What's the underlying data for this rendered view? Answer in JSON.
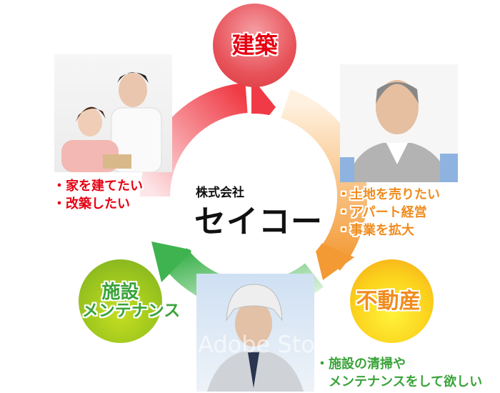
{
  "company": {
    "prefix": "株式会社",
    "name": "セイコー"
  },
  "categories": {
    "construction": {
      "label": "建築",
      "color": "#e8383d"
    },
    "real_estate": {
      "label": "不動産",
      "color": "#f7a81b"
    },
    "maintenance": {
      "label_line1": "施設",
      "label_line2": "メンテナンス",
      "color": "#8dc21f"
    }
  },
  "needs": {
    "construction": {
      "color": "#e60012",
      "items": [
        "家を建てたい",
        "改築したい"
      ]
    },
    "real_estate": {
      "color": "#f08c1e",
      "items": [
        "土地を売りたい",
        "アパート経営",
        "事業を拡大"
      ]
    },
    "maintenance": {
      "color": "#3aa33a",
      "items": [
        "施設の清掃や",
        "メンテナンスをして欲しい"
      ]
    }
  },
  "watermark": "Adobe Sto"
}
